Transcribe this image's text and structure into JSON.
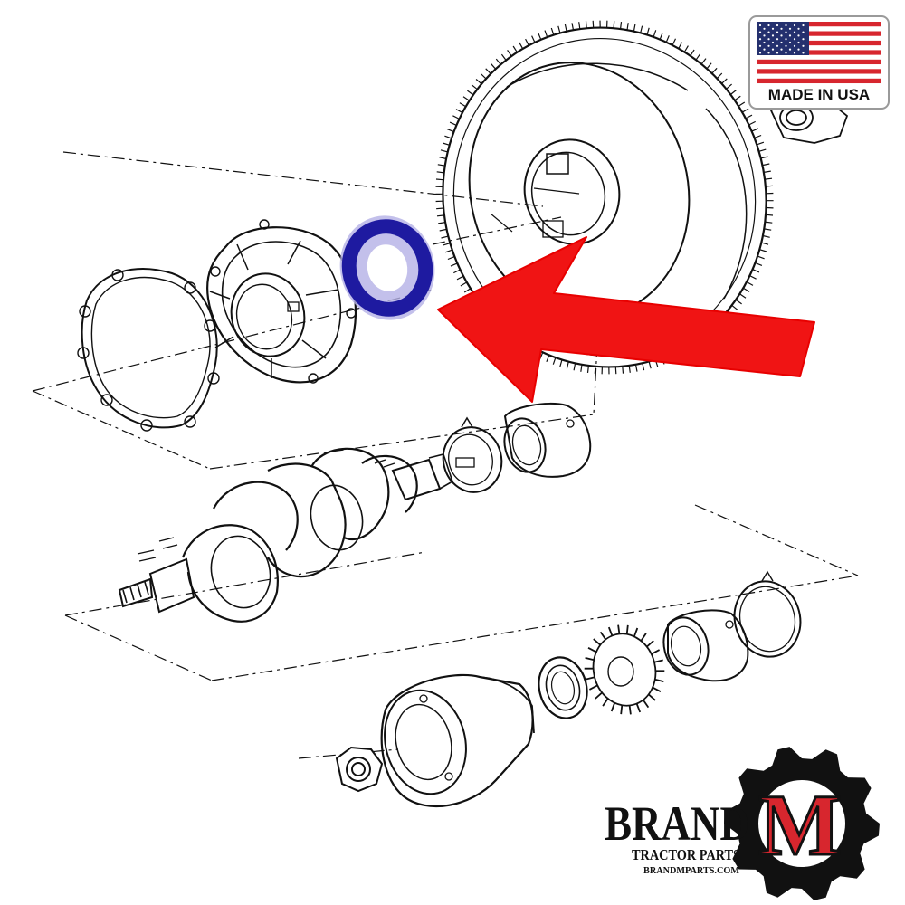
{
  "badge": {
    "label": "MADE IN USA",
    "colors": {
      "red": "#d7262e",
      "blue": "#24306e",
      "white": "#ffffff",
      "border": "#9a9a9a"
    }
  },
  "logo": {
    "brand": "BRAND",
    "letter": "M",
    "tagline": "TRACTOR PARTS",
    "website": "BRANDMPARTS.COM",
    "colors": {
      "gear": "#111111",
      "letter": "#d7262e",
      "text": "#111111"
    }
  },
  "diagram": {
    "line_color": "#111111",
    "highlight_color": "#1e1aa0",
    "highlight_halo": "#8a84d8",
    "arrow_color": "#f01414",
    "parts": [
      {
        "id": "flywheel",
        "icon": "flywheel-ring-gear-icon"
      },
      {
        "id": "flywheel-nut",
        "icon": "hex-nut-icon"
      },
      {
        "id": "rear-seal",
        "icon": "seal-ring-icon",
        "highlighted": true
      },
      {
        "id": "rear-seal-housing",
        "icon": "seal-housing-icon"
      },
      {
        "id": "housing-gasket",
        "icon": "gasket-icon"
      },
      {
        "id": "rear-main-bearing",
        "icon": "bearing-sleeve-icon"
      },
      {
        "id": "thrust-washer",
        "icon": "thrust-washer-icon"
      },
      {
        "id": "crankshaft",
        "icon": "crankshaft-icon"
      },
      {
        "id": "front-bearing",
        "icon": "bearing-sleeve-icon"
      },
      {
        "id": "front-seal",
        "icon": "seal-ring-icon"
      },
      {
        "id": "timing-gear",
        "icon": "timing-gear-icon"
      },
      {
        "id": "front-pulley",
        "icon": "pulley-icon"
      },
      {
        "id": "front-nut",
        "icon": "hex-nut-icon"
      }
    ]
  }
}
